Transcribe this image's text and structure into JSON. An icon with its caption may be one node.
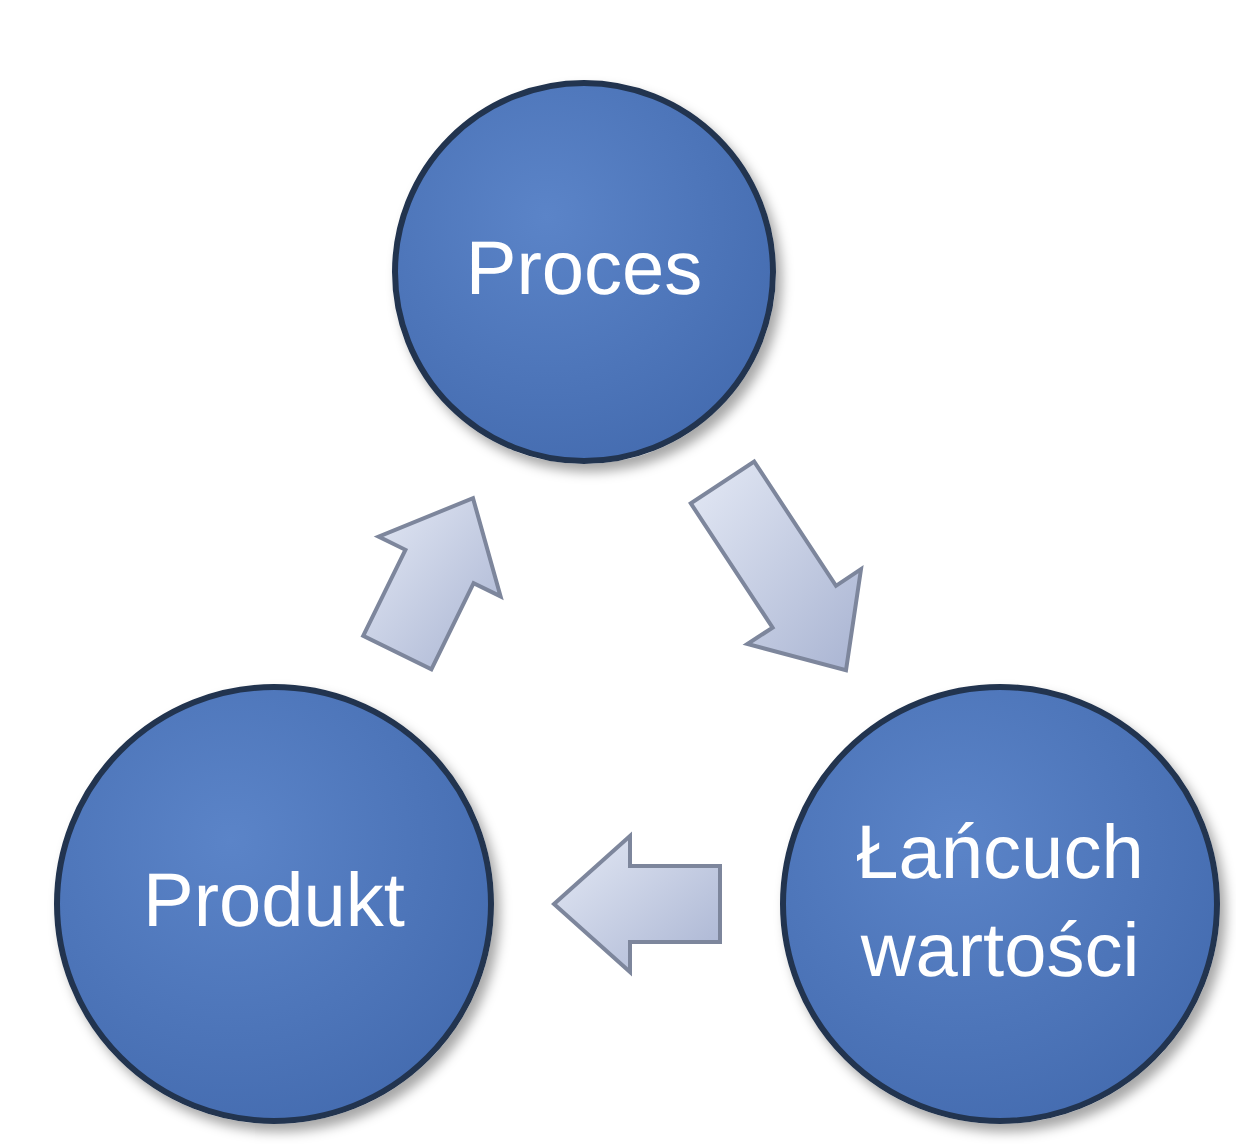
{
  "diagram": {
    "nodes": [
      {
        "text": [
          "Proces"
        ]
      },
      {
        "text": [
          "Produkt"
        ]
      },
      {
        "text": [
          "Łańcuch wartości"
        ]
      }
    ],
    "edges": [
      {
        "from": 1,
        "to": 0,
        "arrow": "to"
      },
      {
        "from": 0,
        "to": 2,
        "arrow": "to"
      },
      {
        "from": 2,
        "to": 1,
        "arrow": "to"
      }
    ]
  }
}
